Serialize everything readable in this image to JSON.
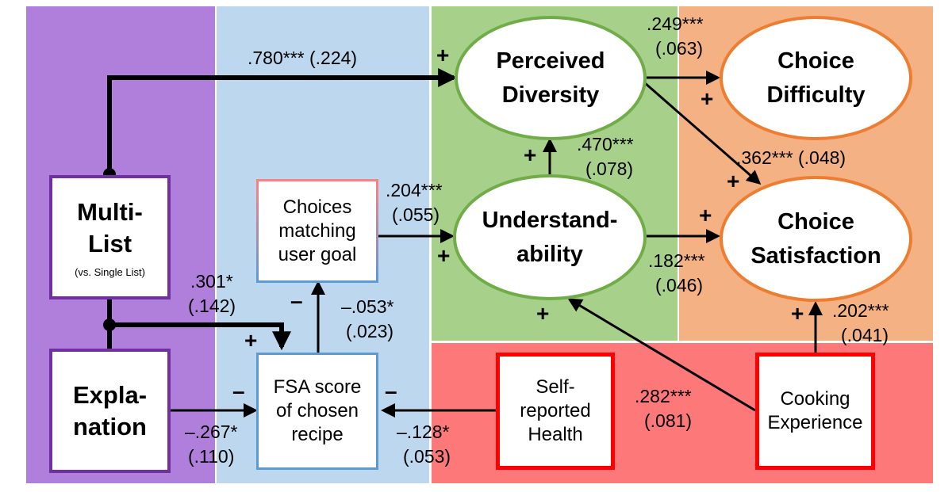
{
  "nodes": {
    "multi_list": {
      "title_line1": "Multi-",
      "title_line2": "List",
      "subtitle": "(vs. Single List)"
    },
    "explanation": {
      "line1": "Expla-",
      "line2": "nation"
    },
    "choices_matching": {
      "line1": "Choices",
      "line2": "matching",
      "line3": "user goal"
    },
    "fsa_score": {
      "line1": "FSA score",
      "line2": "of chosen",
      "line3": "recipe"
    },
    "perceived_diversity": {
      "line1": "Perceived",
      "line2": "Diversity"
    },
    "understandability": {
      "line1": "Understand-",
      "line2": "ability"
    },
    "choice_difficulty": {
      "line1": "Choice",
      "line2": "Difficulty"
    },
    "choice_satisfaction": {
      "line1": "Choice",
      "line2": "Satisfaction"
    },
    "self_reported_health": {
      "line1": "Self-",
      "line2": "reported",
      "line3": "Health"
    },
    "cooking_experience": {
      "line1": "Cooking",
      "line2": "Experience"
    }
  },
  "paths": {
    "multilist_to_diversity": {
      "coef": ".780*** (.224)",
      "sign": "+"
    },
    "multilist_explanation_to_fsa": {
      "coef": ".301*",
      "se": "(.142)",
      "sign": "+"
    },
    "explanation_to_fsa": {
      "coef": "–.267*",
      "se": "(.110)",
      "sign": "–"
    },
    "fsa_to_choices": {
      "coef": "–.053*",
      "se": "(.023)",
      "sign": "–"
    },
    "choices_to_understand": {
      "coef": ".204***",
      "se": "(.055)",
      "sign": "+"
    },
    "understand_to_diversity": {
      "coef": ".470***",
      "se": "(.078)",
      "sign": "+"
    },
    "diversity_to_difficulty": {
      "coef": ".249***",
      "se": "(.063)",
      "sign": "+"
    },
    "diversity_to_satisfaction": {
      "coef": ".362*** (.048)",
      "sign": "+"
    },
    "understand_to_satisfaction": {
      "coef": ".182***",
      "se": "(.046)",
      "sign": "+"
    },
    "health_to_fsa": {
      "coef": "–.128*",
      "se": "(.053)",
      "sign": "–"
    },
    "cooking_to_understand": {
      "coef": ".282***",
      "se": "(.081)",
      "sign": "+"
    },
    "cooking_to_satisfaction": {
      "coef": ".202***",
      "se": "(.041)",
      "sign": "+"
    }
  },
  "colors": {
    "purple_region": "#b07fdb",
    "blue_region": "#bcd7ee",
    "green_region": "#a7d08a",
    "orange_region": "#f4b183",
    "red_region": "#fd7878"
  }
}
